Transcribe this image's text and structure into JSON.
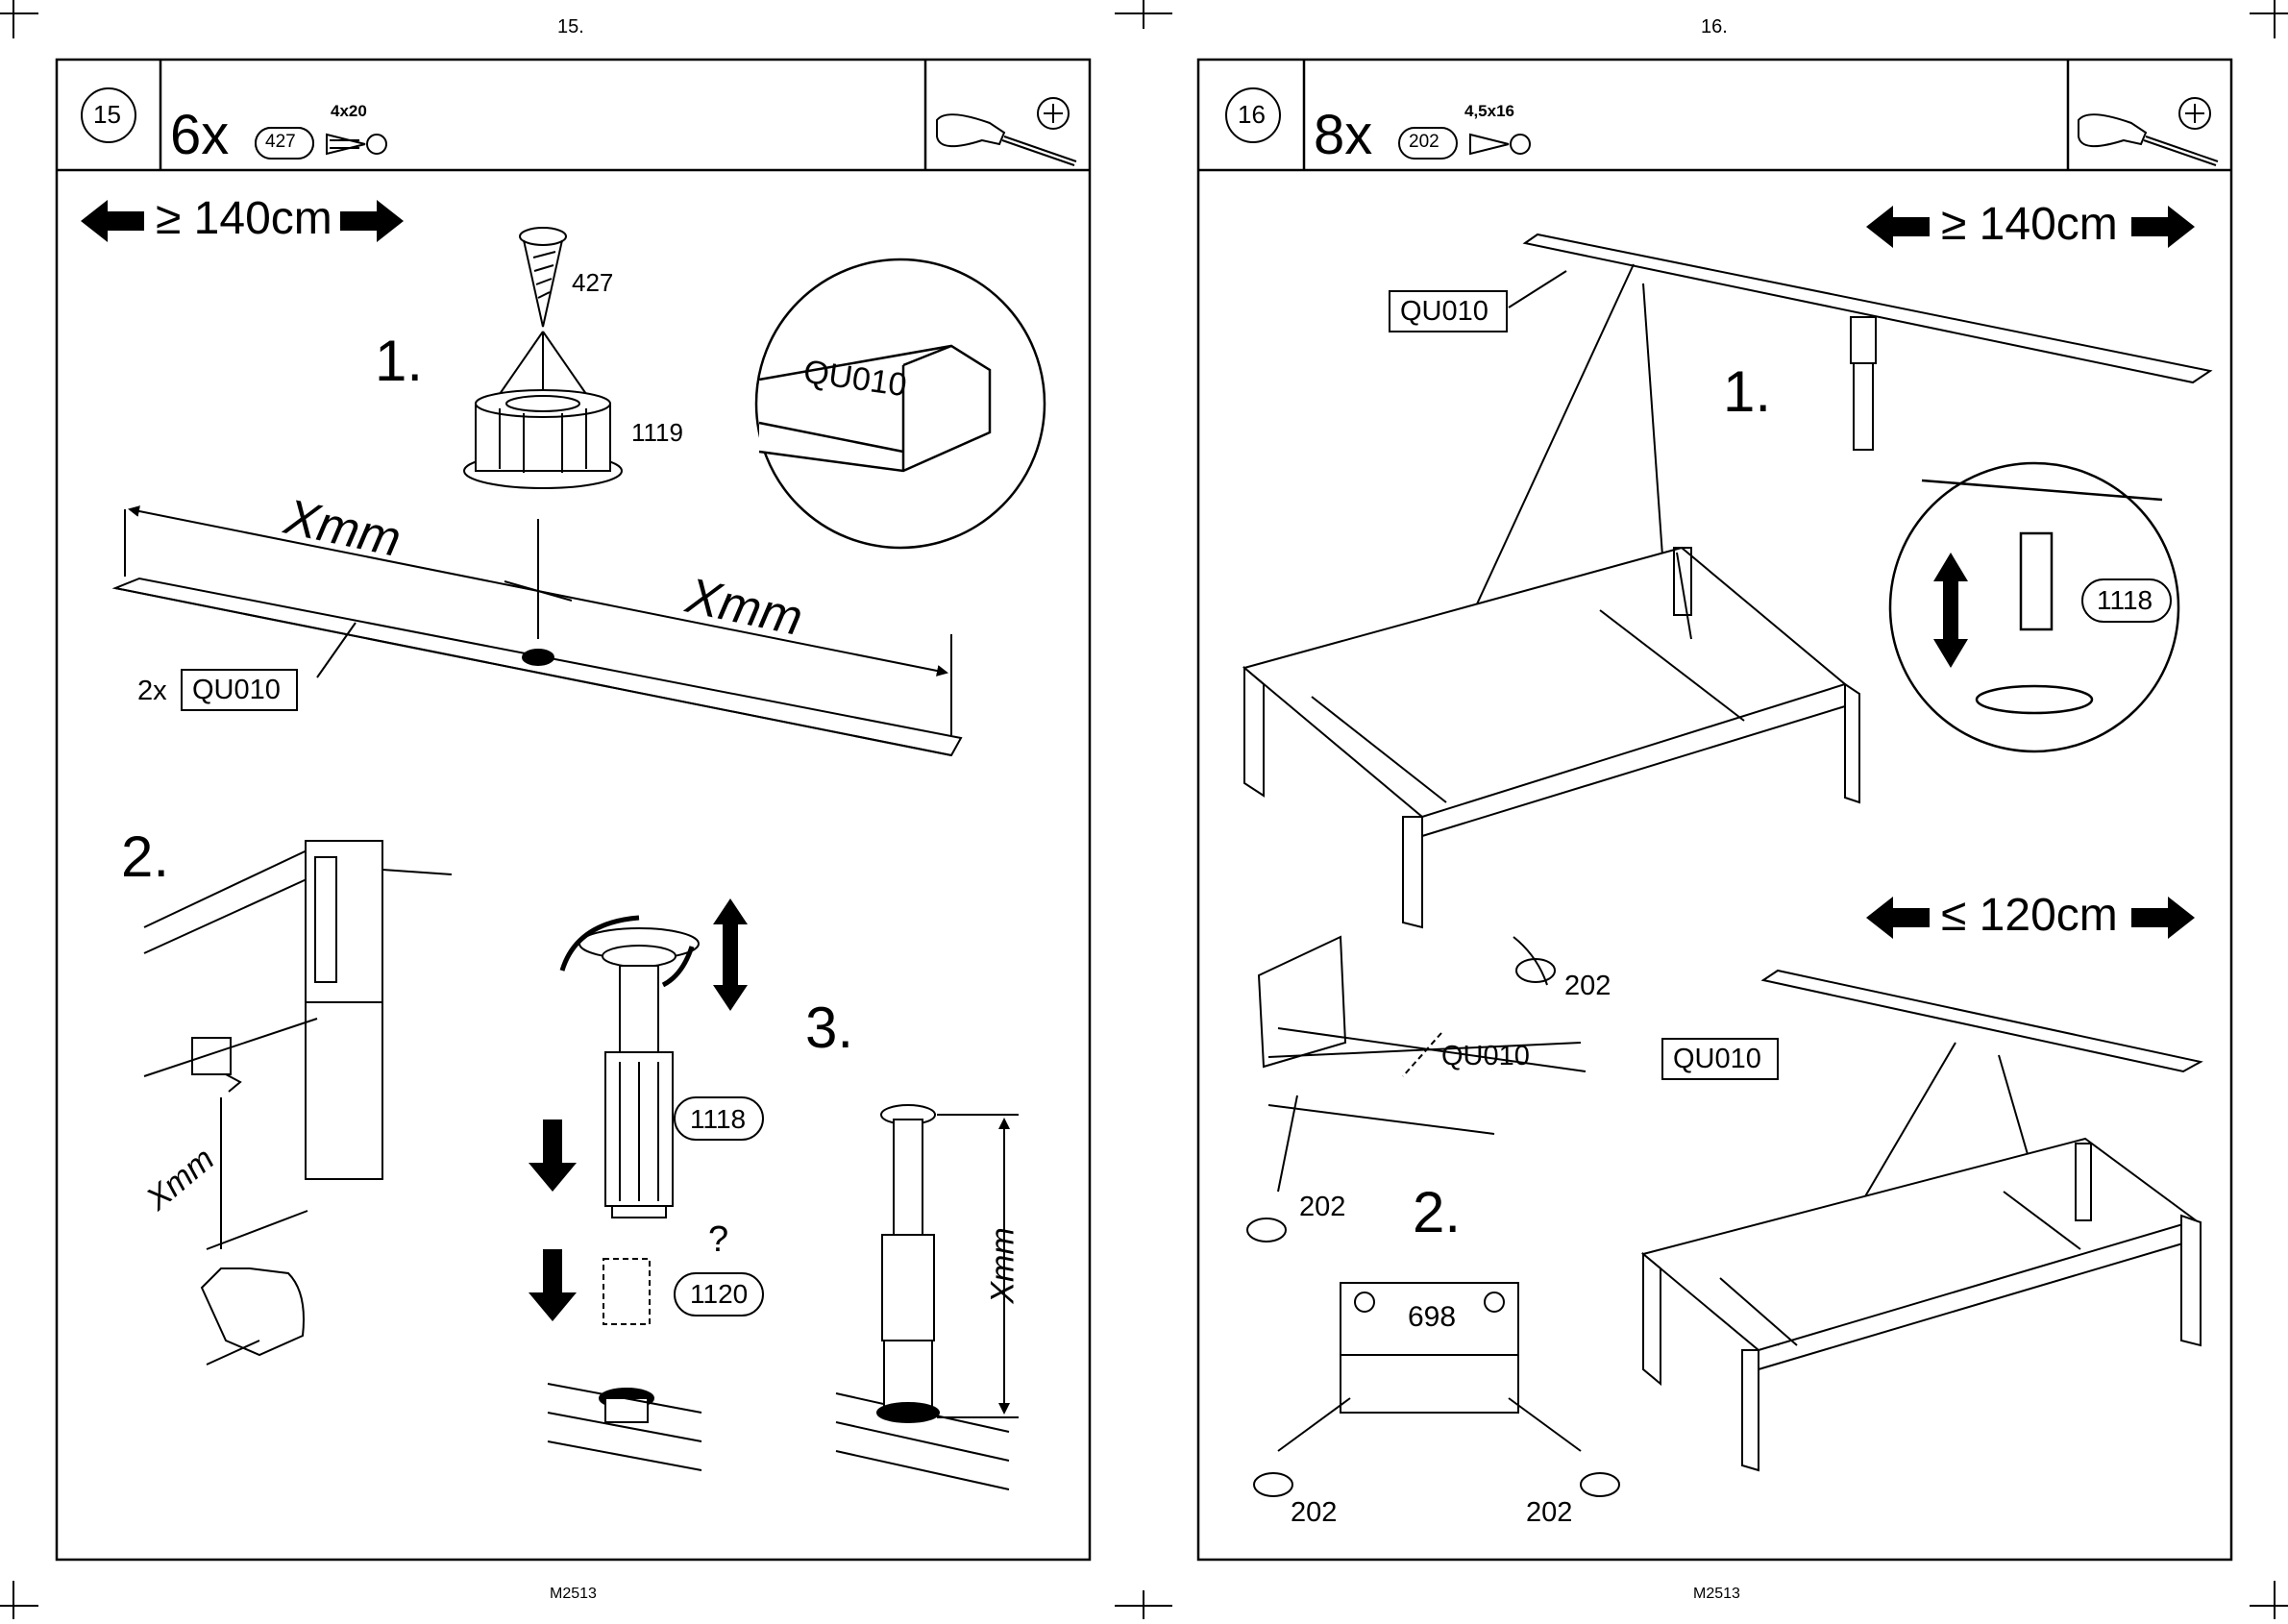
{
  "pages": [
    {
      "page_number": "15.",
      "footer": "M2513",
      "step_number": "15",
      "hardware": {
        "count": "6x",
        "part_no": "427",
        "size": "4x20"
      },
      "tool_icons": [
        "screwdriver-icon",
        "phillips-head-icon"
      ],
      "dimension_banner": {
        "symbol": "≥ 140cm"
      },
      "sub_steps": [
        "1.",
        "2.",
        "3."
      ],
      "labels": {
        "screw_part": "427",
        "foot_base_part": "1119",
        "detail_rail": "QU010",
        "measure_left": "Xmm",
        "measure_right": "Xmm",
        "rail_qty": "2x",
        "rail_label": "QU010",
        "measure_side": "Xmm",
        "foot_part": "1118",
        "question": "?",
        "optional_part": "1120",
        "measure_height": "Xmm"
      }
    },
    {
      "page_number": "16.",
      "footer": "M2513",
      "step_number": "16",
      "hardware": {
        "count": "8x",
        "part_no": "202",
        "size": "4,5x16"
      },
      "tool_icons": [
        "screwdriver-icon",
        "phillips-head-icon"
      ],
      "dimension_banner_top": {
        "symbol": "≥ 140cm"
      },
      "dimension_banner_bottom": {
        "symbol": "≤ 120cm"
      },
      "sub_steps": [
        "1.",
        "2."
      ],
      "labels": {
        "rail_top": "QU010",
        "foot_part": "1118",
        "screw_a": "202",
        "rail_detail": "QU010",
        "screw_b": "202",
        "bracket_part": "698",
        "screw_c": "202",
        "screw_d": "202",
        "rail_bottom": "QU010"
      }
    }
  ]
}
